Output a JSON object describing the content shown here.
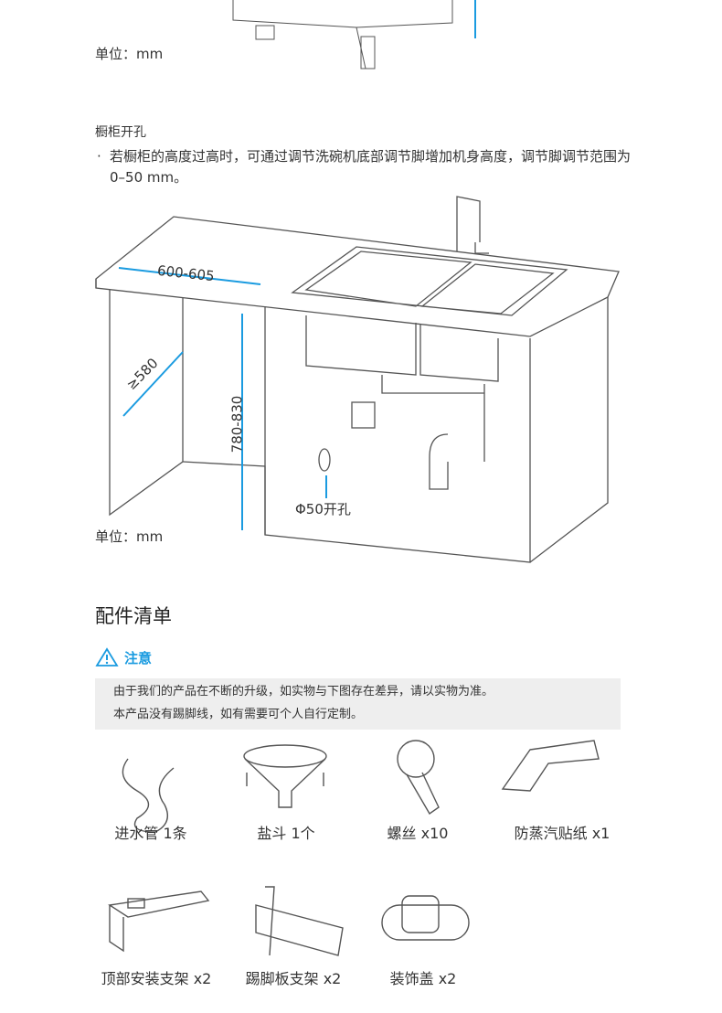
{
  "top_unit": "单位：mm",
  "cabinet": {
    "title": "橱柜开孔",
    "bullet": "若橱柜的高度过高时，可通过调节洗碗机底部调节脚增加机身高度，调节脚调节范围为0–50 mm。",
    "dims": {
      "width": "600-605",
      "depth": "≥580",
      "height": "780-830",
      "hole": "Φ50开孔"
    },
    "unit": "单位：mm"
  },
  "accessories": {
    "title": "配件清单",
    "warning": "注意",
    "notes": [
      "由于我们的产品在不断的升级，如实物与下图存在差异，请以实物为准。",
      "本产品没有踢脚线，如有需要可个人自行定制。"
    ],
    "items": [
      {
        "label": "进水管 1条"
      },
      {
        "label": "盐斗 1个"
      },
      {
        "label": "螺丝 x10"
      },
      {
        "label": "防蒸汽贴纸 x1"
      },
      {
        "label": "顶部安装支架 x2"
      },
      {
        "label": "踢脚板支架 x2"
      },
      {
        "label": "装饰盖 x2"
      }
    ]
  }
}
